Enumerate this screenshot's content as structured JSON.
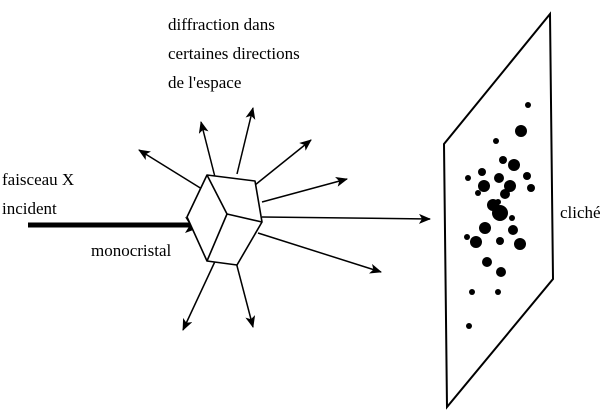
{
  "labels": {
    "diffraction_line1": "diffraction dans",
    "diffraction_line2": "certaines directions",
    "diffraction_line3": "de l'espace",
    "beam_line1": "faisceau X",
    "beam_line2": "incident",
    "crystal": "monocristal",
    "film": "cliché"
  },
  "colors": {
    "ink": "#000000",
    "background": "#ffffff"
  }
}
